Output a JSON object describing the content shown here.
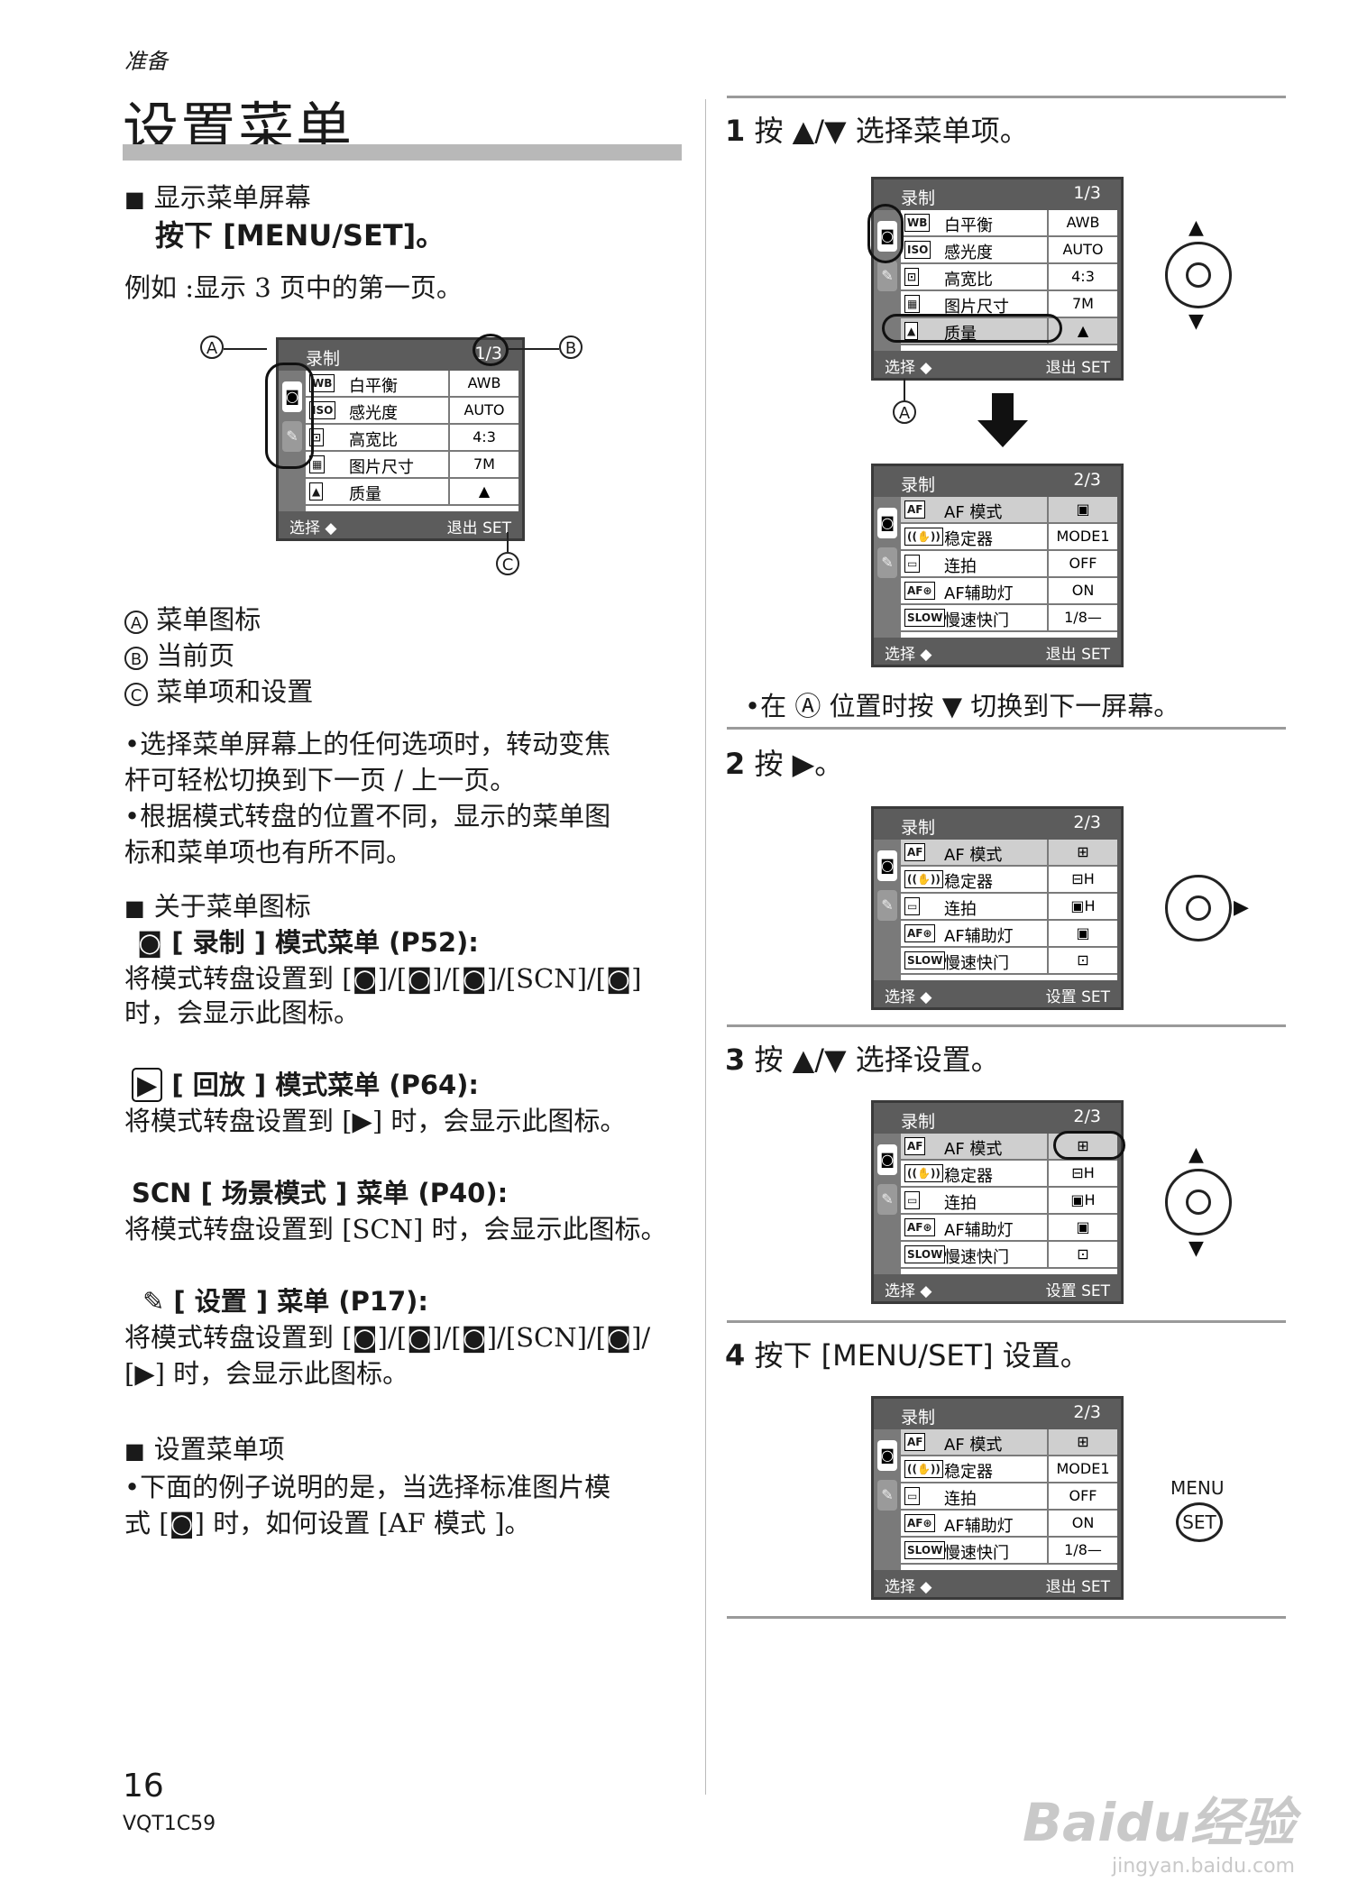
{
  "header": {
    "section": "准备",
    "title": "设置菜单"
  },
  "left": {
    "h1": "显示菜单屏幕",
    "h1_sub": "按下 [MENU/SET]。",
    "example": "例如 :显示 3 页中的第一页。",
    "legend": [
      {
        "mark": "A",
        "text": "菜单图标"
      },
      {
        "mark": "B",
        "text": "当前页"
      },
      {
        "mark": "C",
        "text": "菜单项和设置"
      }
    ],
    "bullets1": [
      "•选择菜单屏幕上的任何选项时，转动变焦",
      "  杆可轻松切换到下一页 / 上一页。",
      "•根据模式转盘的位置不同，显示的菜单图",
      "  标和菜单项也有所不同。"
    ],
    "h2": "关于菜单图标",
    "icon_rec_title": "[ 录制 ] 模式菜单 (P52):",
    "icon_rec_text1": "将模式转盘设置到 [◙]/[◙]/[◙]/[SCN]/[◙]",
    "icon_rec_text2": "时，会显示此图标。",
    "icon_play_title": "[ 回放 ] 模式菜单 (P64):",
    "icon_play_text": "将模式转盘设置到 [▶] 时，会显示此图标。",
    "icon_scn_title": "[ 场景模式 ] 菜单 (P40):",
    "icon_scn_text": "将模式转盘设置到 [SCN] 时，会显示此图标。",
    "icon_set_title": "[ 设置 ] 菜单 (P17):",
    "icon_set_text1": "将模式转盘设置到 [◙]/[◙]/[◙]/[SCN]/[◙]/",
    "icon_set_text2": "[▶] 时，会显示此图标。",
    "h3": "设置菜单项",
    "bullet_last1": "•下面的例子说明的是，当选择标准图片模",
    "bullet_last2": "  式 [◙] 时，如何设置 [AF 模式 ]。",
    "page_no": "16",
    "code": "VQT1C59"
  },
  "lcd_page1": {
    "title": "录制",
    "page": "1/3",
    "rows": [
      {
        "icon": "WB",
        "label": "白平衡",
        "value": "AWB"
      },
      {
        "icon": "ISO",
        "label": "感光度",
        "value": "AUTO"
      },
      {
        "icon": "⊡",
        "label": "高宽比",
        "value": "4:3"
      },
      {
        "icon": "▦",
        "label": "图片尺寸",
        "value": "7M"
      },
      {
        "icon": "▲",
        "label": "质量",
        "value": "▲"
      }
    ],
    "bottom_left": "选择 ◆",
    "bottom_right": "退出 SET"
  },
  "lcd_page2": {
    "title": "录制",
    "page": "2/3",
    "rows": [
      {
        "icon": "AF",
        "label": "AF 模式",
        "value": "▣"
      },
      {
        "icon": "((✋))",
        "label": "稳定器",
        "value": "MODE1"
      },
      {
        "icon": "▭",
        "label": "连拍",
        "value": "OFF"
      },
      {
        "icon": "AF⊛",
        "label": "AF辅助灯",
        "value": "ON"
      },
      {
        "icon": "SLOW",
        "label": "慢速快门",
        "value": "1/8—"
      }
    ],
    "bottom_left": "选择 ◆",
    "bottom_right": "退出 SET"
  },
  "lcd_options": {
    "title": "录制",
    "page": "2/3",
    "options": [
      "⊞",
      "⊟H",
      "▣H",
      "▣",
      "⊡"
    ],
    "bottom_left": "选择 ◆",
    "bottom_right": "设置 SET"
  },
  "steps": [
    {
      "no": "1",
      "text": "按 ▲/▼ 选择菜单项。"
    },
    {
      "no": "2",
      "text": "按 ▶。"
    },
    {
      "no": "3",
      "text": "按 ▲/▼ 选择设置。"
    },
    {
      "no": "4",
      "text": "按下 [MENU/SET] 设置。"
    }
  ],
  "step1_note": "•在 Ⓐ 位置时按 ▼ 切换到下一屏幕。",
  "menu_btn_label": "MENU",
  "set_btn_label": "SET",
  "callouts": {
    "a": "A",
    "b": "B",
    "c": "C"
  },
  "watermark": "Baidu经验",
  "watermark_url": "jingyan.baidu.com"
}
